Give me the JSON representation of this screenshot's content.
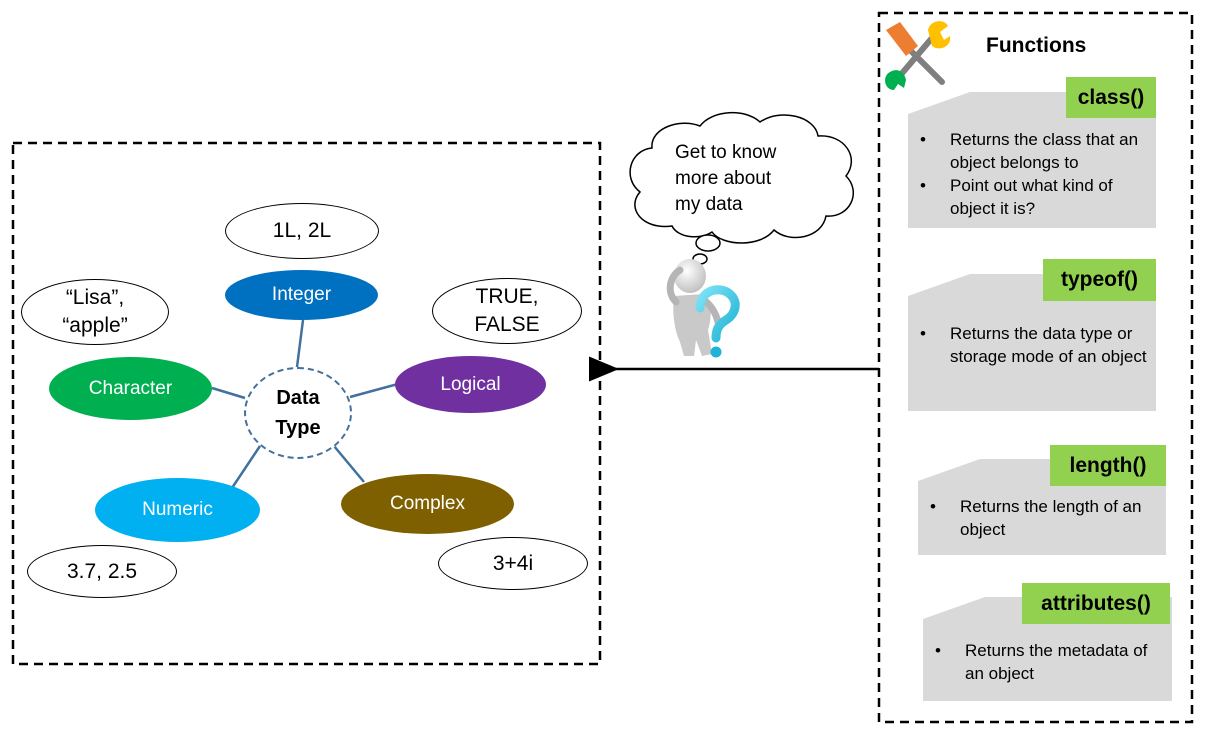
{
  "center": {
    "line1": "Data",
    "line2": "Type"
  },
  "types": {
    "integer": {
      "label": "Integer",
      "example": "1L, 2L",
      "color": "#0070c0"
    },
    "logical": {
      "label": "Logical",
      "example_line1": "TRUE,",
      "example_line2": "FALSE",
      "color": "#7030a0"
    },
    "complex": {
      "label": "Complex",
      "example": "3+4i",
      "color": "#7f6000"
    },
    "numeric": {
      "label": "Numeric",
      "example": "3.7, 2.5",
      "color": "#00b0f0"
    },
    "character": {
      "label": "Character",
      "example_line1": "“Lisa”,",
      "example_line2": "“apple”",
      "color": "#00b050"
    }
  },
  "thought": {
    "line1": "Get to know",
    "line2": "more about",
    "line3": "my data"
  },
  "functions": {
    "title": "Functions",
    "items": [
      {
        "name": "class()",
        "bullets": [
          "Returns the class that an object belongs to",
          "Point out what kind of object it is?"
        ]
      },
      {
        "name": "typeof()",
        "bullets": [
          "Returns the data type or storage mode of an object"
        ]
      },
      {
        "name": "length()",
        "bullets": [
          "Returns the length of an object"
        ]
      },
      {
        "name": "attributes()",
        "bullets": [
          "Returns the metadata of an object"
        ]
      }
    ]
  },
  "colors": {
    "connector": "#41719c",
    "function_label": "#92d050",
    "card": "#d9d9d9"
  },
  "icons": [
    "tools-icon",
    "thinking-person-icon",
    "question-mark-icon",
    "thought-bubble-icon"
  ]
}
